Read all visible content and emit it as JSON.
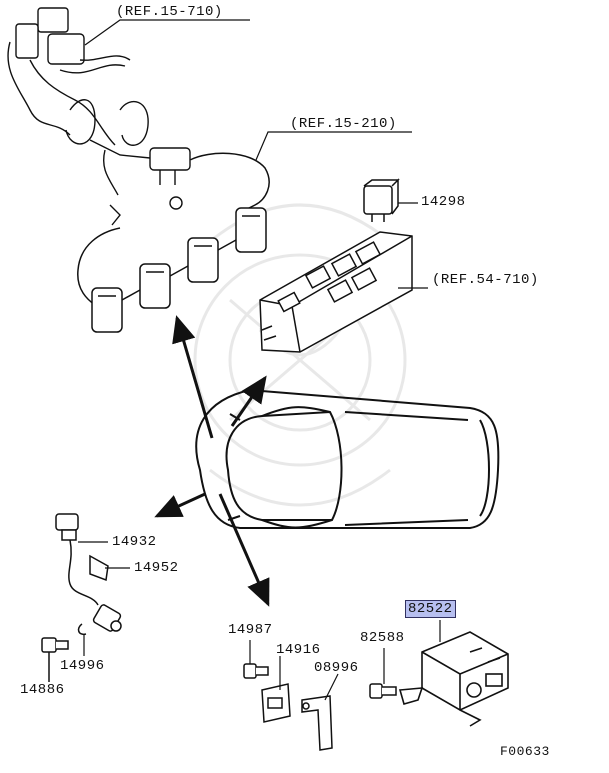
{
  "figure_id": "F00633",
  "refs": {
    "ref_15_710": "(REF.15-710)",
    "ref_15_210": "(REF.15-210)",
    "ref_54_710": "(REF.54-710)"
  },
  "parts": {
    "p14298": "14298",
    "p14932": "14932",
    "p14952": "14952",
    "p14996": "14996",
    "p14886": "14886",
    "p14987": "14987",
    "p14916": "14916",
    "p08996": "08996",
    "p82588": "82588",
    "p82522": "82522"
  },
  "highlight_color": "#b7bff0"
}
